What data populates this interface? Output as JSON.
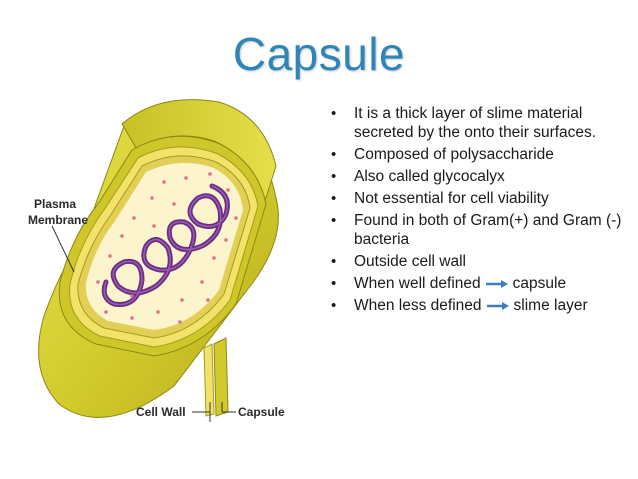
{
  "slide": {
    "title": "Capsule",
    "bullets": [
      {
        "text": " It is a thick layer of slime material secreted by the onto their surfaces."
      },
      {
        "text": "Composed of polysaccharide"
      },
      {
        "text": "Also called glycocalyx"
      },
      {
        "text": "Not essential for  cell viability"
      },
      {
        "text": "Found in both of Gram(+) and Gram (-) bacteria"
      },
      {
        "text": "Outside cell wall"
      },
      {
        "before": "When well defined",
        "after": "capsule",
        "arrow_icon": "right-arrow-icon"
      },
      {
        "before": "When less defined",
        "after": "slime layer",
        "arrow_icon": "right-arrow-icon"
      }
    ]
  },
  "diagram": {
    "labels": {
      "plasma": "Plasma",
      "membrane": "Membrane",
      "cell_wall": "Cell Wall",
      "capsule": "Capsule"
    },
    "colors": {
      "capsule_outer": "#D9D23A",
      "capsule_dark": "#A9A11A",
      "cell_wall": "#F2E16B",
      "cytoplasm": "#FBF3C8",
      "dna": "#6A2C84",
      "ribosome": "#E0708A",
      "arrow": "#3E7CC0"
    }
  }
}
